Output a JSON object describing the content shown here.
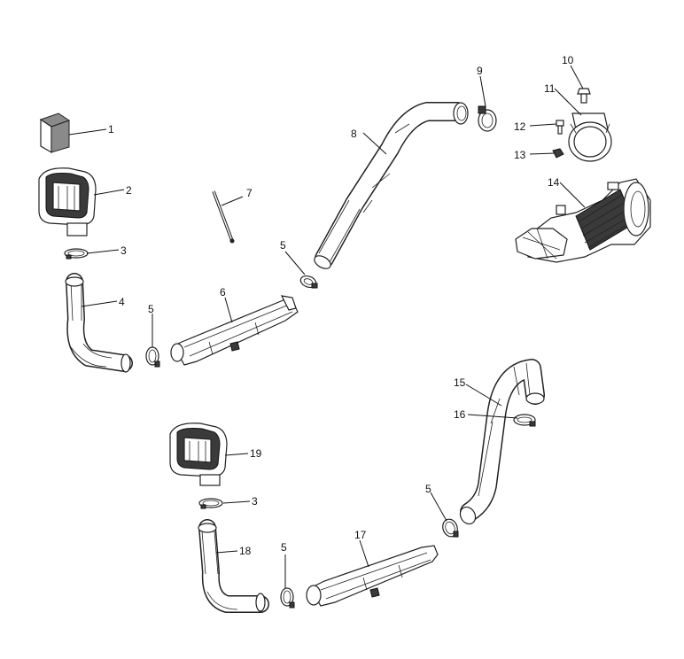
{
  "labels": {
    "l1": "1",
    "l2": "2",
    "l3a": "3",
    "l4": "4",
    "l5a": "5",
    "l6": "6",
    "l7": "7",
    "l5b": "5",
    "l8": "8",
    "l9": "9",
    "l10": "10",
    "l11": "11",
    "l12": "12",
    "l13": "13",
    "l14": "14",
    "l15": "15",
    "l16": "16",
    "l5c": "5",
    "l19": "19",
    "l3b": "3",
    "l18": "18",
    "l5d": "5",
    "l17": "17"
  },
  "colors": {
    "line": "#222222",
    "fill": "#ffffff",
    "shade": "#8a8a8a",
    "dark": "#3a3a3a"
  }
}
